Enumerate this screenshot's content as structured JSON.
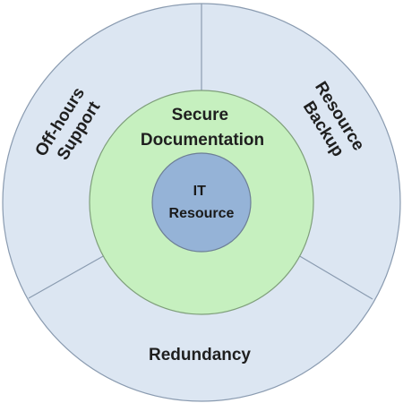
{
  "diagram": {
    "outer_ring": {
      "segments": [
        {
          "lines": [
            "Off-hours",
            "Support"
          ]
        },
        {
          "lines": [
            "Resource",
            "Backup"
          ]
        },
        {
          "lines": [
            "Redundancy"
          ]
        }
      ],
      "fill": "#dce6f2",
      "stroke": "#8a9bb0"
    },
    "middle_ring": {
      "lines": [
        "Secure",
        "Documentation"
      ],
      "fill": "#c6f0bf",
      "stroke": "#7f9f7b"
    },
    "core": {
      "lines": [
        "IT",
        "Resource"
      ],
      "fill": "#95b3d7",
      "stroke": "#6d7f96"
    }
  }
}
